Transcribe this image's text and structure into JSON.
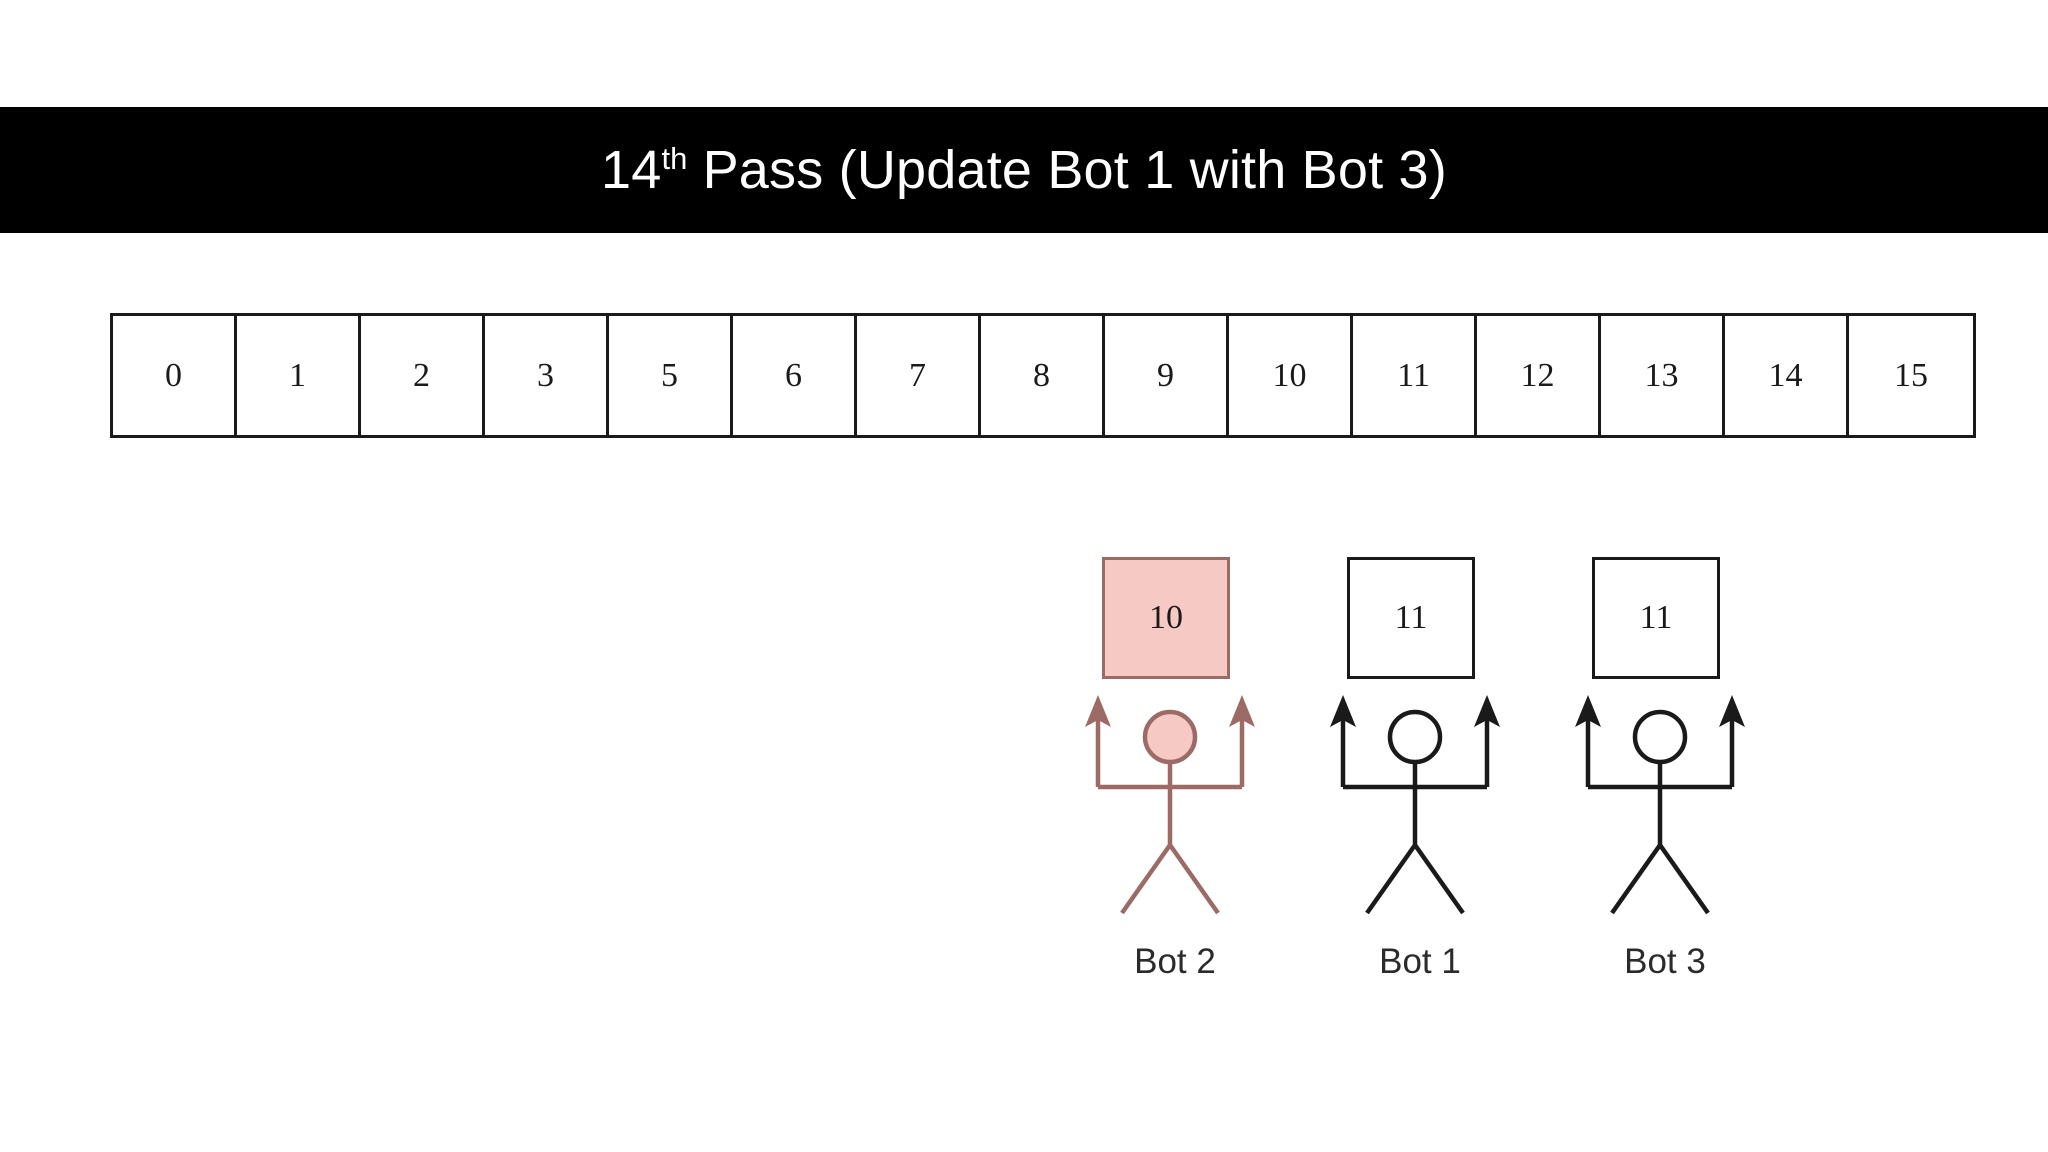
{
  "title": {
    "number": "14",
    "ordinal_suffix": "th",
    "rest": " Pass (Update Bot 1 with Bot 3)",
    "full": "14th Pass (Update Bot 1 with Bot 3)",
    "background_color": "#000000",
    "text_color": "#FFFFFF"
  },
  "array": {
    "cells": [
      "0",
      "1",
      "2",
      "3",
      "5",
      "6",
      "7",
      "8",
      "9",
      "10",
      "11",
      "12",
      "13",
      "14",
      "15"
    ],
    "cell_count": 15,
    "border_color": "#1A1A1A",
    "background_color": "#FFFFFF"
  },
  "bots": [
    {
      "label": "Bot 2",
      "held_value": "10",
      "highlighted": true,
      "box_fill": "#F6C9C4",
      "box_border": "#9C6B66",
      "figure_color": "#9C6B66"
    },
    {
      "label": "Bot 1",
      "held_value": "11",
      "highlighted": false,
      "box_fill": "#FFFFFF",
      "box_border": "#1A1A1A",
      "figure_color": "#1A1A1A"
    },
    {
      "label": "Bot 3",
      "held_value": "11",
      "highlighted": false,
      "box_fill": "#FFFFFF",
      "box_border": "#1A1A1A",
      "figure_color": "#1A1A1A"
    }
  ],
  "colors": {
    "page_background": "#FFFFFF",
    "accent_pink": "#F6C9C4",
    "accent_rose_border": "#9C6B66",
    "ink": "#1A1A1A"
  }
}
